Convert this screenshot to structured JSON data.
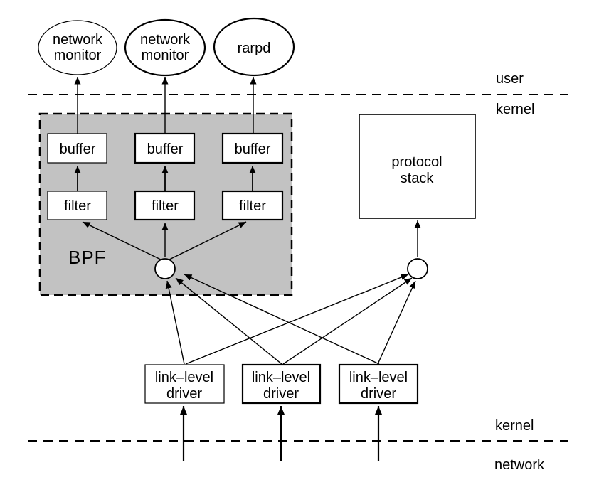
{
  "processes": [
    {
      "line1": "network",
      "line2": "monitor"
    },
    {
      "line1": "network",
      "line2": "monitor"
    },
    {
      "line1": "rarpd"
    }
  ],
  "boundaries": {
    "user": "user",
    "kernel_upper": "kernel",
    "kernel_lower": "kernel",
    "network": "network"
  },
  "bpf": {
    "label": "BPF",
    "columns": [
      {
        "buffer": "buffer",
        "filter": "filter"
      },
      {
        "buffer": "buffer",
        "filter": "filter"
      },
      {
        "buffer": "buffer",
        "filter": "filter"
      }
    ]
  },
  "protocol_stack": {
    "line1": "protocol",
    "line2": "stack"
  },
  "drivers": [
    {
      "line1": "link–level",
      "line2": "driver"
    },
    {
      "line1": "link–level",
      "line2": "driver"
    },
    {
      "line1": "link–level",
      "line2": "driver"
    }
  ],
  "colors": {
    "bpf_fill": "#c2c2c2",
    "line": "#000000",
    "background": "#ffffff"
  }
}
